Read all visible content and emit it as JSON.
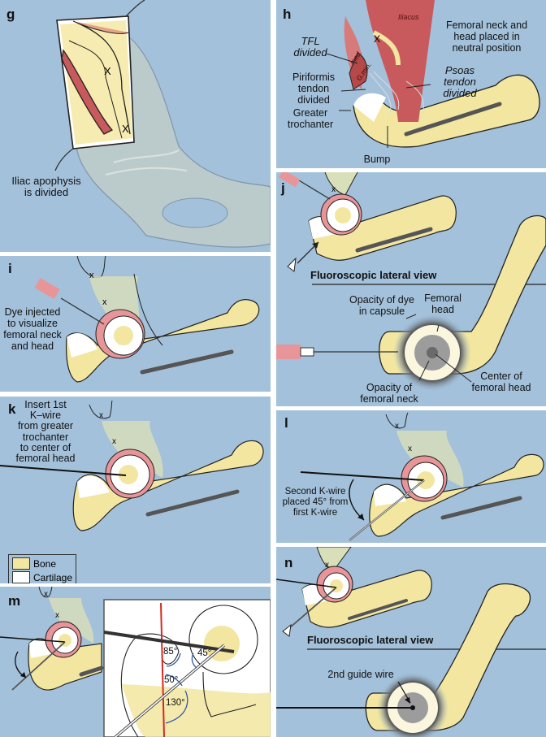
{
  "figure": {
    "colors": {
      "background": "#a3c1da",
      "bone": "#f2e6a0",
      "cartilage": "#ffffff",
      "labrum_pink": "#e8959a",
      "muscle_red": "#c8595c",
      "reference_line_red": "#d42a1e",
      "angle_arrow_blue": "#2e5aa8"
    },
    "panels": {
      "g": {
        "label": "g",
        "annotations": [
          "Iliac apophysis\nis divided"
        ],
        "markers": [
          "X",
          "X"
        ]
      },
      "h": {
        "label": "h",
        "muscle_labels": [
          "Iliacus",
          "med.",
          "G.min."
        ],
        "annotations": {
          "tfl": "TFL\ndivided",
          "piriformis": "Piriformis\ntendon\ndivided",
          "greater_trochanter": "Greater\ntrochanter",
          "psoas": "Psoas\ntendon\ndivided",
          "femoral_neck": "Femoral neck and\nhead placed in\nneutral position",
          "bump": "Bump"
        },
        "markers": [
          "X"
        ]
      },
      "i": {
        "label": "i",
        "annotations": [
          "Dye injected\nto visualize\nfemoral neck\nand head"
        ],
        "markers": [
          "x",
          "x"
        ]
      },
      "j": {
        "label": "j",
        "title": "Fluoroscopic lateral view",
        "annotations": {
          "dye": "Opacity of dye\nin capsule",
          "head": "Femoral\nhead",
          "neck": "Opacity of\nfemoral neck",
          "center": "Center of\nfemoral  head"
        },
        "markers": [
          "x"
        ]
      },
      "k": {
        "label": "k",
        "annotations": [
          "Insert 1st\nK–wire\nfrom greater\ntrochanter\nto center of\nfemoral head"
        ],
        "markers": [
          "x",
          "x"
        ],
        "legend": [
          {
            "label": "Bone",
            "color": "#f2e6a0"
          },
          {
            "label": "Cartilage",
            "color": "#ffffff"
          }
        ]
      },
      "l": {
        "label": "l",
        "annotations": [
          "Second K-wire\nplaced 45° from\nfirst K-wire"
        ],
        "markers": [
          "x",
          "x"
        ]
      },
      "m": {
        "label": "m",
        "markers": [
          "x",
          "x"
        ],
        "angles": [
          "85°",
          "45°",
          "50°",
          "130°"
        ]
      },
      "n": {
        "label": "n",
        "title": "Fluoroscopic lateral view",
        "annotations": [
          "2nd guide wire"
        ],
        "markers": [
          "x"
        ]
      }
    }
  }
}
